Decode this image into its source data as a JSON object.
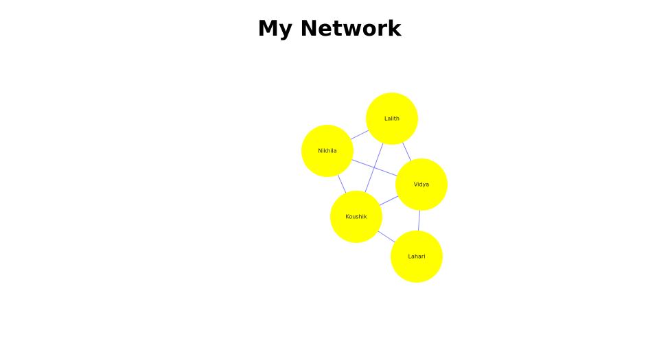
{
  "title": "My Network",
  "colors": {
    "node": "#ffff00",
    "edge": "#8080ff"
  },
  "network": {
    "nodes": [
      "Lalith",
      "Nikhila",
      "Vidya",
      "Koushik",
      "Lahari"
    ],
    "edges": [
      [
        "Lalith",
        "Nikhila"
      ],
      [
        "Lalith",
        "Vidya"
      ],
      [
        "Lalith",
        "Koushik"
      ],
      [
        "Nikhila",
        "Vidya"
      ],
      [
        "Nikhila",
        "Koushik"
      ],
      [
        "Koushik",
        "Vidya"
      ],
      [
        "Koushik",
        "Lahari"
      ],
      [
        "Vidya",
        "Lahari"
      ]
    ]
  }
}
